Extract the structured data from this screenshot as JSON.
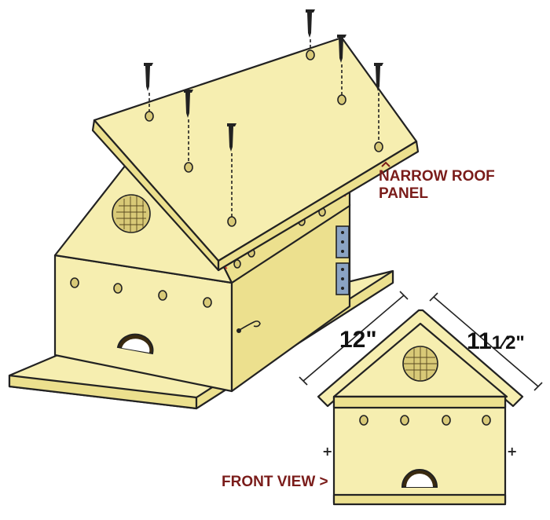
{
  "labels": {
    "narrow_roof_panel_line1": "NARROW ROOF",
    "narrow_roof_panel_line2": "PANEL",
    "front_view": "FRONT VIEW >",
    "dim_12": "12\"",
    "dim_11_whole": "11",
    "dim_11_frac": "1⁄2\""
  },
  "colors": {
    "wood": "#f6eeb0",
    "wood_shade": "#ece08e",
    "hinge": "#8aa3c4",
    "label_red": "#7a1c1a",
    "marker_red": "#d6322a"
  }
}
